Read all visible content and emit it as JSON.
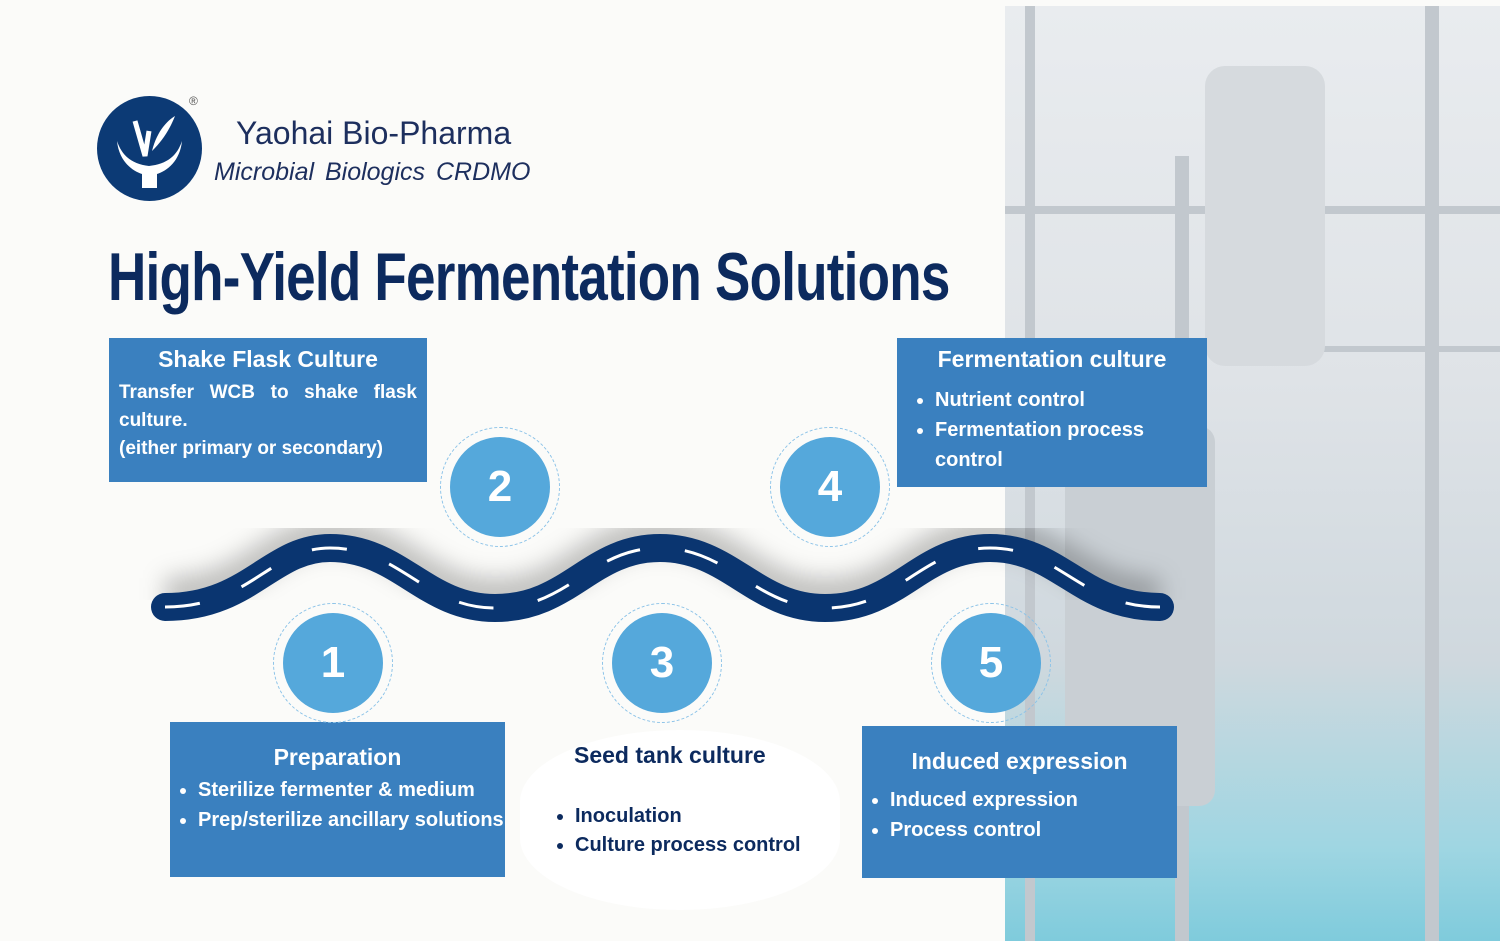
{
  "brand": {
    "name": "Yaohai Bio-Pharma",
    "tagline": "Microbial Biologics CRDMO",
    "registered": "®"
  },
  "title": "High-Yield Fermentation Solutions",
  "steps": [
    {
      "number": "1",
      "title": "Preparation",
      "items": [
        "Sterilize fermenter & medium",
        "Prep/sterilize ancillary solutions"
      ]
    },
    {
      "number": "2",
      "title": "Shake Flask Culture",
      "text": "Transfer WCB to shake flask culture.",
      "note": "(either primary or secondary)"
    },
    {
      "number": "3",
      "title": "Seed tank culture",
      "items": [
        "Inoculation",
        "Culture process control"
      ]
    },
    {
      "number": "4",
      "title": "Fermentation culture",
      "items": [
        "Nutrient control",
        "Fermentation process control"
      ]
    },
    {
      "number": "5",
      "title": "Induced expression",
      "items": [
        "Induced expression",
        "Process control"
      ]
    }
  ],
  "colors": {
    "box": "#3a80bf",
    "circle": "#55a8db",
    "road": "#0a3570",
    "title": "#0c2a5e"
  }
}
